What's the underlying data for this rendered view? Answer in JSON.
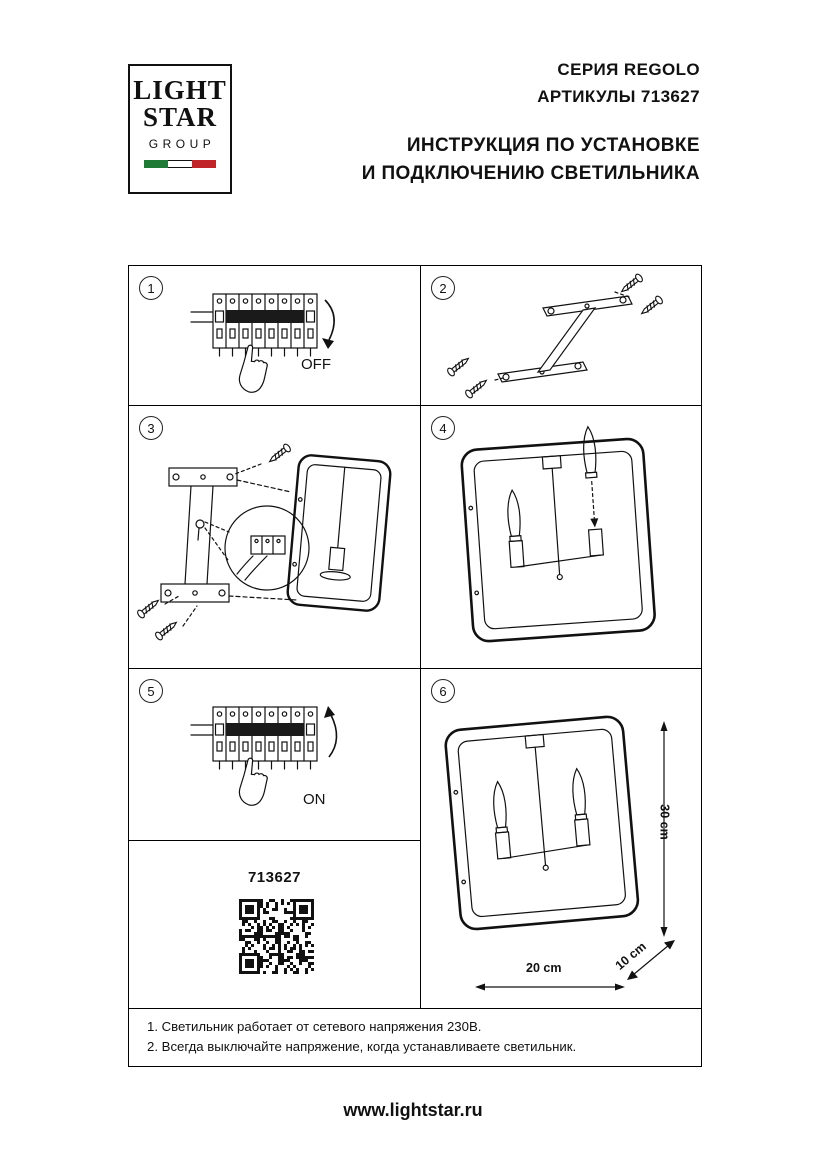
{
  "logo": {
    "light": "LIGHT",
    "star": "STAR",
    "group": "GROUP",
    "flag_green": "#1e7a34",
    "flag_red": "#c02428"
  },
  "header": {
    "series": "СЕРИЯ REGOLO",
    "articles": "АРТИКУЛЫ 713627",
    "title1": "ИНСТРУКЦИЯ ПО УСТАНОВКЕ",
    "title2": "И ПОДКЛЮЧЕНИЮ СВЕТИЛЬНИКА"
  },
  "steps": {
    "one": "1",
    "two": "2",
    "three": "3",
    "four": "4",
    "five": "5",
    "six": "6"
  },
  "labels": {
    "off": "OFF",
    "on": "ON"
  },
  "dimensions": {
    "height": "30 cm",
    "width": "20 cm",
    "depth": "10 cm"
  },
  "product": {
    "article": "713627"
  },
  "notes": {
    "n1": "1. Светильник работает от сетевого напряжения 230В.",
    "n2": "2. Всегда выключайте напряжение, когда устанавливаете светильник."
  },
  "footer": {
    "site": "www.lightstar.ru"
  }
}
